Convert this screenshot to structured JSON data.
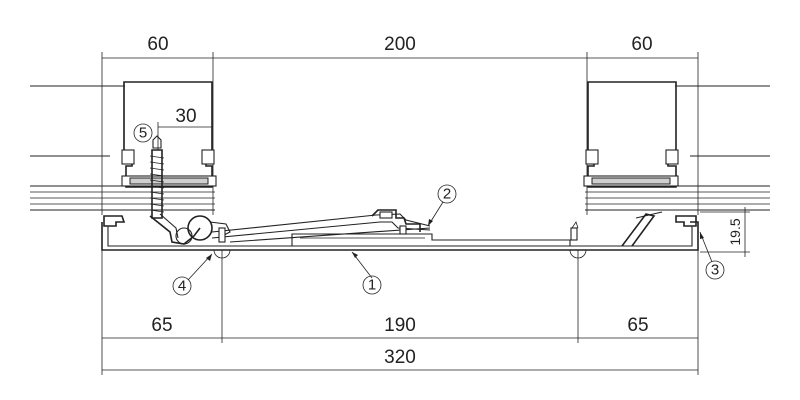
{
  "dimensions": {
    "top_left": "60",
    "top_center": "200",
    "top_right": "60",
    "inner_30": "30",
    "side_19_5": "19.5",
    "bottom_left": "65",
    "bottom_center": "190",
    "bottom_right": "65",
    "overall": "320"
  },
  "callouts": {
    "c1": "1",
    "c2": "2",
    "c3": "3",
    "c4": "4",
    "c5": "5"
  }
}
